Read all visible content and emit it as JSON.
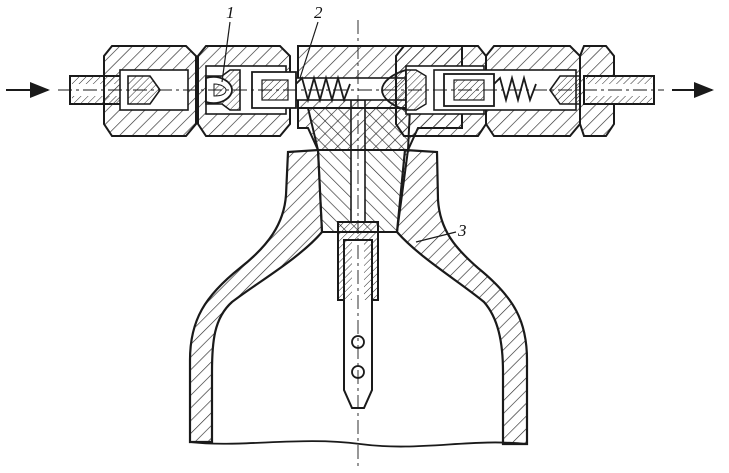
{
  "callouts": {
    "part_1": "1",
    "part_2": "2",
    "part_3": "3"
  },
  "colors": {
    "ink": "#1a1a1a",
    "paper": "#ffffff",
    "hatch": "#2a2a2a"
  },
  "flow": {
    "inlet_arrow": "arrow-right-icon",
    "outlet_arrow": "arrow-right-icon"
  }
}
